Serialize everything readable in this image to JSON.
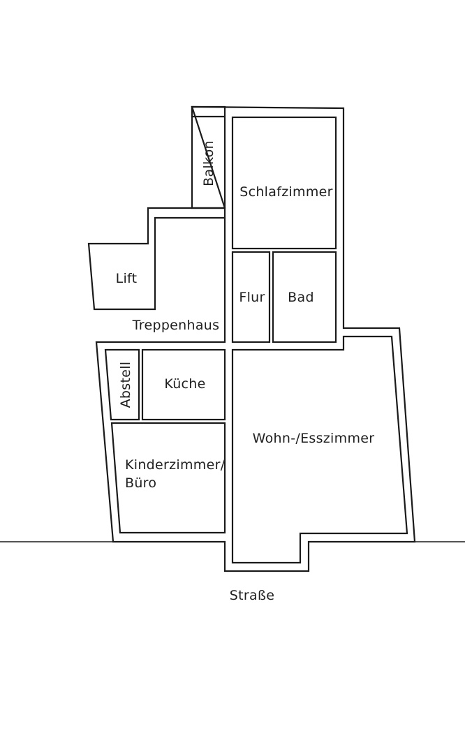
{
  "floorplan": {
    "rooms": {
      "balkon": "Balkon",
      "schlafzimmer": "Schlafzimmer",
      "lift": "Lift",
      "treppenhaus": "Treppenhaus",
      "flur": "Flur",
      "bad": "Bad",
      "abstell": "Abstell",
      "kueche": "Küche",
      "kinderzimmer_line1": "Kinderzimmer/",
      "kinderzimmer_line2": "Büro",
      "wohn_esszimmer": "Wohn-/Esszimmer"
    },
    "street_label": "Straße",
    "colors": {
      "line": "#1a1a1a",
      "background": "#ffffff"
    }
  }
}
